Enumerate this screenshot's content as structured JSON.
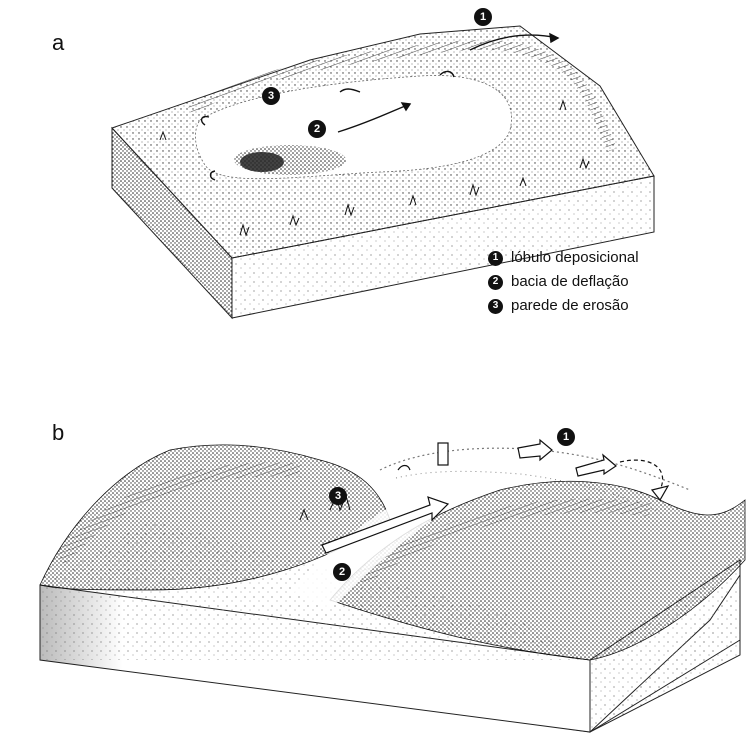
{
  "panels": {
    "a": {
      "label": "a"
    },
    "b": {
      "label": "b"
    }
  },
  "markers": [
    "1",
    "2",
    "3"
  ],
  "legend": [
    {
      "num": "1",
      "text": "lóbulo deposicional"
    },
    {
      "num": "2",
      "text": "bacia de deflação"
    },
    {
      "num": "3",
      "text": "parede de erosão"
    }
  ],
  "colors": {
    "ink": "#111111",
    "paper": "#ffffff",
    "stipple": "#555555"
  }
}
